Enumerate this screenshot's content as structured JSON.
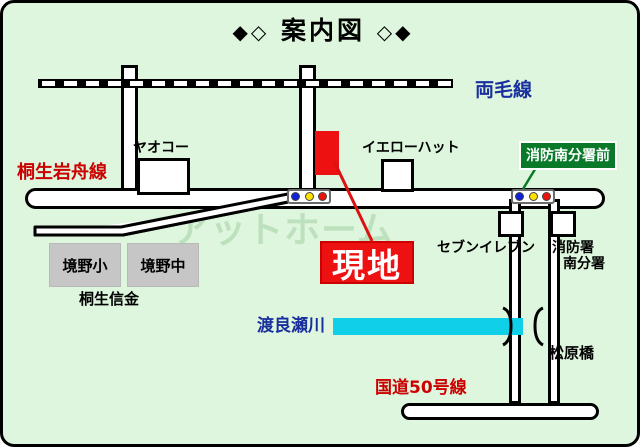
{
  "title": {
    "left_filled_diamond": "◆",
    "left_open_diamond": "◇",
    "text": "案内図",
    "right_open_diamond": "◇",
    "right_filled_diamond": "◆"
  },
  "colors": {
    "background": "#ddf6dd",
    "border": "#000000",
    "road_fill": "#ffffff",
    "railway": "#000000",
    "river": "#10cfe8",
    "site_red": "#ee1111",
    "station_green": "#0a7a2a",
    "school_gray": "#c6c6c6",
    "label_red": "#cc0000",
    "label_blue": "#1a2f9e",
    "signal_blue": "#1020d8",
    "signal_yellow": "#ffe000",
    "signal_red": "#ee1111"
  },
  "railway": {
    "name": "両毛線"
  },
  "roads": [
    {
      "name": "桐生岩舟線"
    },
    {
      "name": "国道50号線"
    }
  ],
  "labels": {
    "ryomo_line": "両毛線",
    "kiryu_iwafune_line": "桐生岩舟線",
    "route_50": "国道50号線",
    "yaoko": "ヤオコー",
    "yellow_hat": "イエローハット",
    "seven_eleven": "セブンイレブン",
    "fire_station_line1": "消防署",
    "fire_station_line2": "南分署",
    "station_badge": "消防南分署前",
    "site": "現地",
    "river": "渡良瀬川",
    "bridge": "松原橋",
    "school_elementary": "境野小",
    "school_junior": "境野中",
    "bank": "桐生信金",
    "watermark": "アットホーム"
  },
  "signals": [
    {
      "bulbs": [
        "blue",
        "yellow",
        "red"
      ]
    },
    {
      "bulbs": [
        "blue",
        "yellow",
        "red"
      ]
    }
  ]
}
